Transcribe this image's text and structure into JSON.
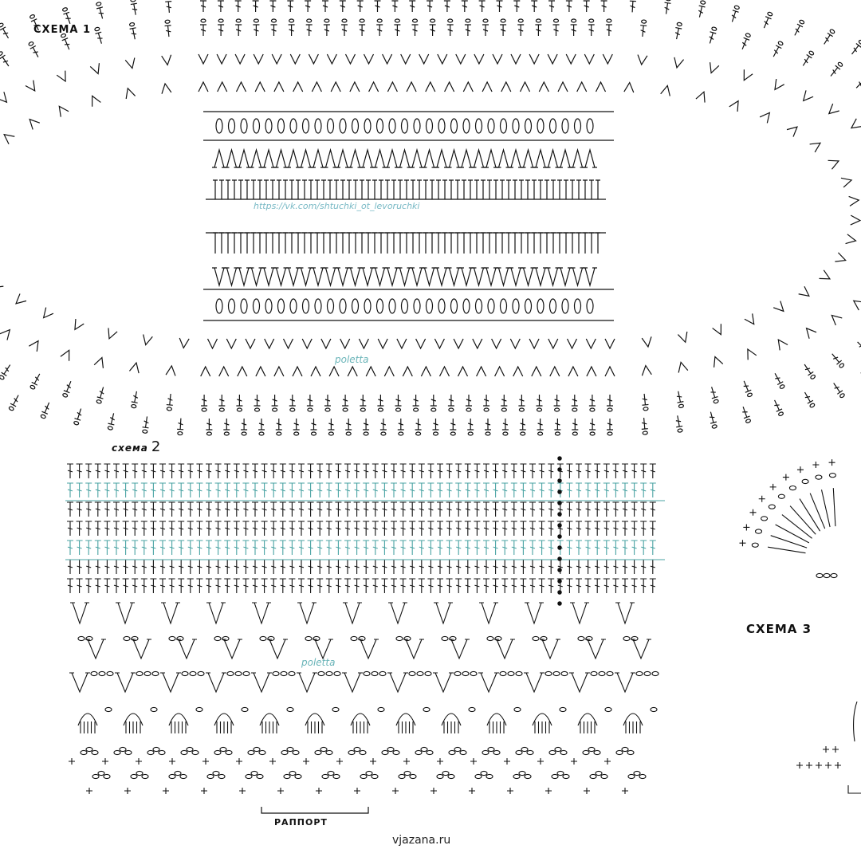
{
  "scheme1": {
    "label": "СХЕМА 1"
  },
  "scheme2": {
    "label": "схема",
    "number": "2"
  },
  "scheme3": {
    "label": "СХЕМА 3"
  },
  "watermarks": {
    "url": "https://vk.com/shtuchki_ot_levoruchki",
    "name1": "poletta",
    "name2": "poletta"
  },
  "rapport_label": "РАППОРТ",
  "footer": "vjazana.ru",
  "colors": {
    "ink": "#111111",
    "accent": "#4aa3a3",
    "watermark": "#6bb5b9"
  },
  "stitch_icons": [
    "chain-stitch-icon",
    "single-crochet-icon",
    "double-crochet-icon",
    "slip-stitch-icon",
    "shell-fan-icon"
  ]
}
